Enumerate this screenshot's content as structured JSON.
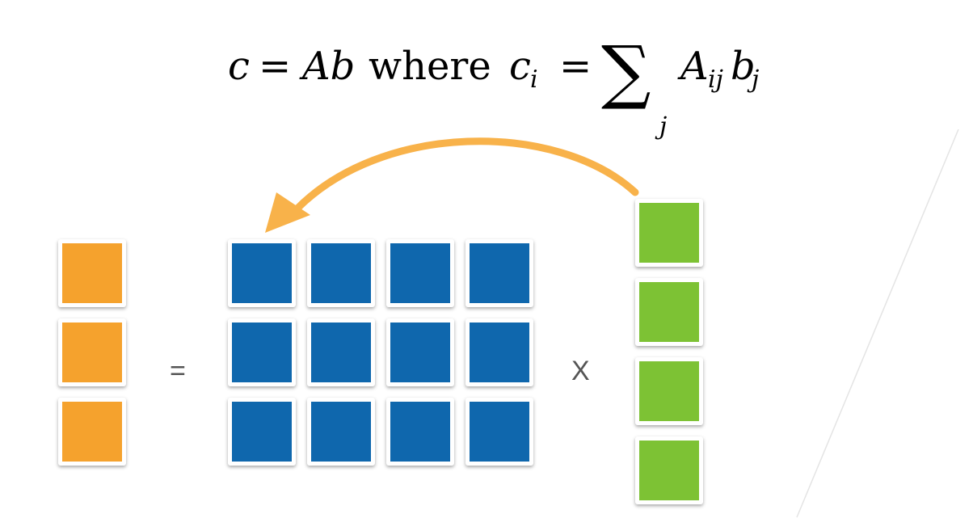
{
  "formula": {
    "c": "c",
    "eq1": "=",
    "Ab": "Ab",
    "where": "where",
    "c_i_base": "c",
    "c_i_sub": "i",
    "eq2": "=",
    "sum": "∑",
    "sum_index": "j",
    "A": "A",
    "A_sub": "ij",
    "b": "b",
    "b_sub": "j"
  },
  "operators": {
    "equals": "=",
    "times": "X"
  },
  "colors": {
    "vector_c": "#f5a22d",
    "matrix_A": "#0f67ad",
    "vector_b": "#7dc234",
    "arrow": "#f8b24a",
    "divider": "#e3e3e3"
  },
  "structure": {
    "vector_c_rows": 3,
    "matrix_A_rows": 3,
    "matrix_A_cols": 4,
    "vector_b_rows": 4
  }
}
